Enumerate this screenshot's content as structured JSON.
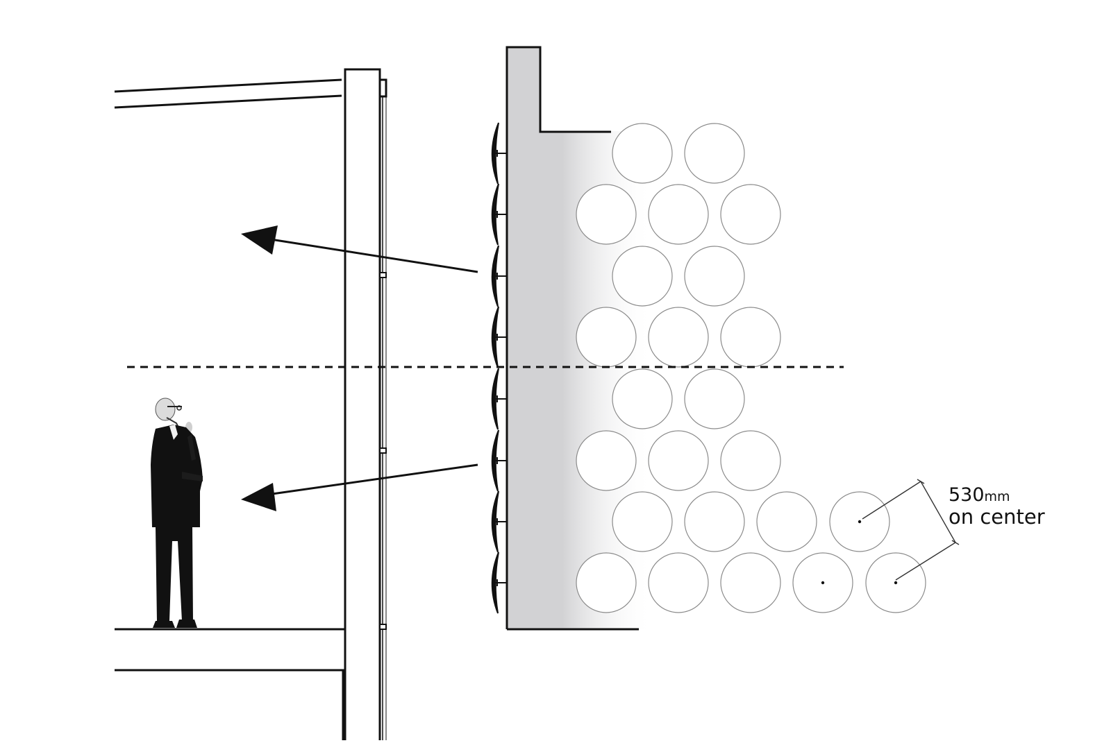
{
  "annotation": {
    "value": "530",
    "unit": "mm",
    "caption": "on center"
  },
  "colors": {
    "background": "#ffffff",
    "line": "#111111",
    "concrete_wall": "#d2d2d4",
    "disc_stroke": "#888888",
    "figure": "#111111"
  },
  "icons": {
    "light_arrow": "arrow-left-icon",
    "person": "standing-person-icon",
    "reflector": "reflector-icon"
  }
}
